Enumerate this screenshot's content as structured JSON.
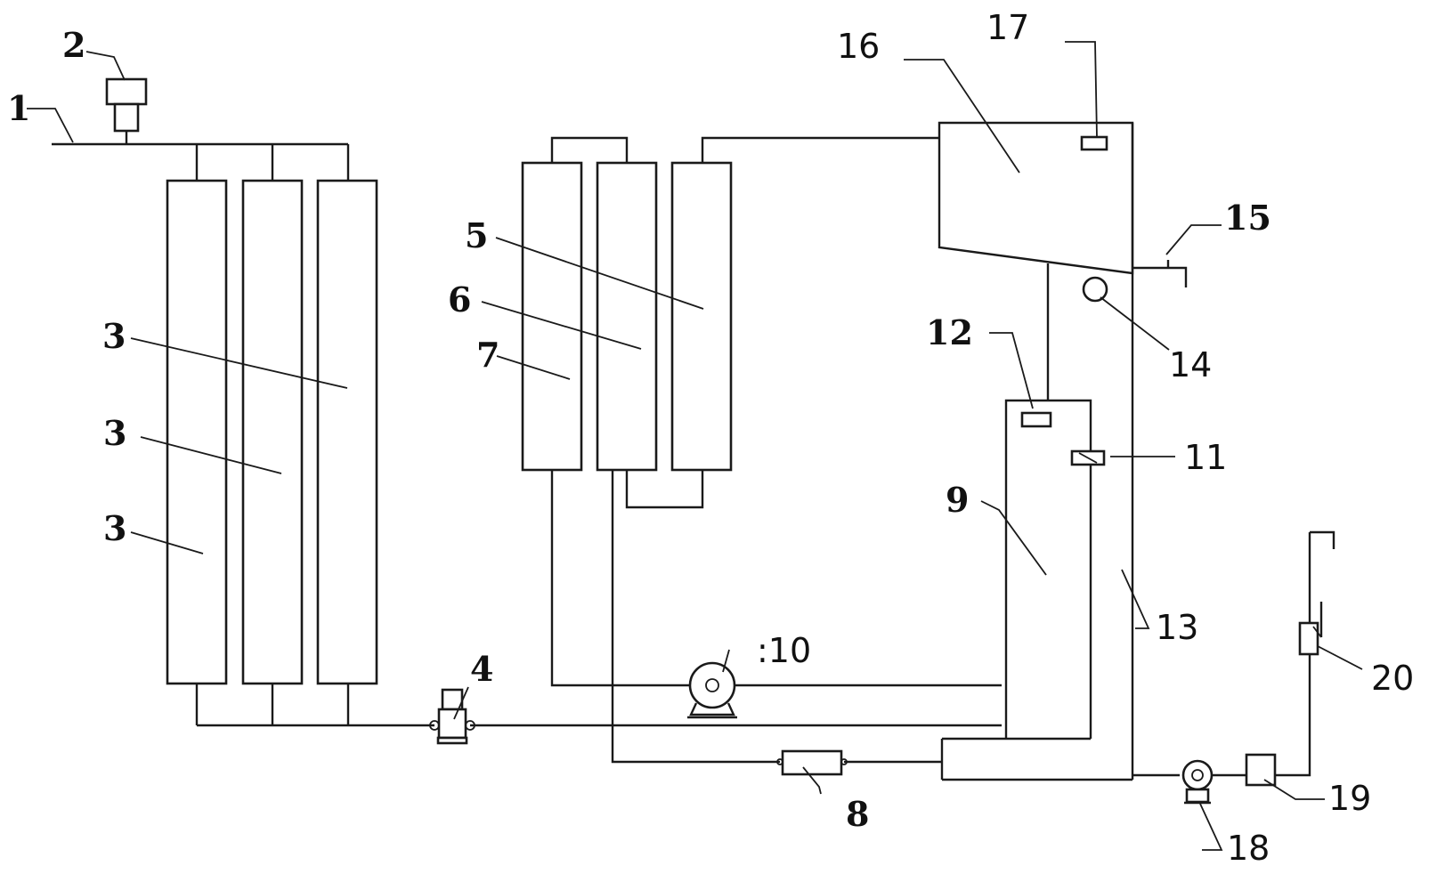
{
  "labels": {
    "l1": "1",
    "l2": "2",
    "l3a": "3",
    "l3b": "3",
    "l3c": "3",
    "l4": "4",
    "l5": "5",
    "l6": "6",
    "l7": "7",
    "l8": "8",
    "l9": "9",
    "l10": ":10",
    "l11": "11",
    "l12": "12",
    "l13": "13",
    "l14": "14",
    "l15": "15",
    "l16": "16",
    "l17": "17",
    "l18": "18",
    "l19": "19",
    "l20": "20"
  }
}
